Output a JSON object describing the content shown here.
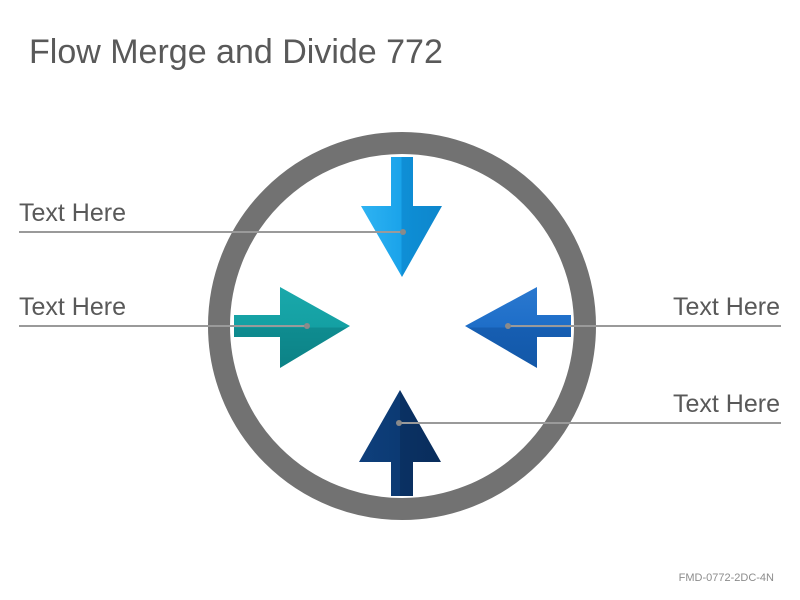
{
  "title": "Flow Merge and Divide 772",
  "labels": {
    "top_left": "Text Here",
    "mid_left": "Text Here",
    "mid_right": "Text Here",
    "bottom_right": "Text Here"
  },
  "footer_code": "FMD-0772-2DC-4N",
  "colors": {
    "ring": "#727272",
    "arrow_top": "#17a2e6",
    "arrow_left": "#14a0a3",
    "arrow_right": "#1e6ec8",
    "arrow_bottom": "#0c3a73",
    "leader_line": "#9a9a9a",
    "text": "#595959"
  }
}
